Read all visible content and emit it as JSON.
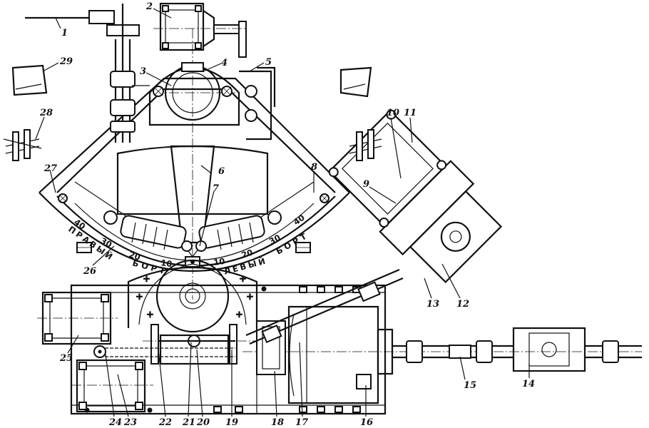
{
  "callouts": {
    "n1": "1",
    "n2": "2",
    "n3": "3",
    "n4": "4",
    "n5": "5",
    "n6": "6",
    "n7": "7",
    "n8": "8",
    "n9": "9",
    "n10": "10",
    "n11": "11",
    "n12": "12",
    "n13": "13",
    "n14": "14",
    "n15": "15",
    "n16": "16",
    "n17": "17",
    "n18": "18",
    "n19": "19",
    "n20": "20",
    "n21": "21",
    "n22": "22",
    "n23": "23",
    "n24": "24",
    "n25": "25",
    "n26": "26",
    "n27": "27",
    "n28": "28",
    "n29": "29"
  },
  "scale": {
    "right_side_label": "ПРАВЫЙ",
    "left_side_label": "ЛЕВЫЙ",
    "board_label_right": "БОРТ",
    "board_label_left": "БОРТ",
    "ticks_right": [
      "40",
      "30",
      "20",
      "10"
    ],
    "ticks_left": [
      "10",
      "20",
      "30",
      "40"
    ]
  }
}
